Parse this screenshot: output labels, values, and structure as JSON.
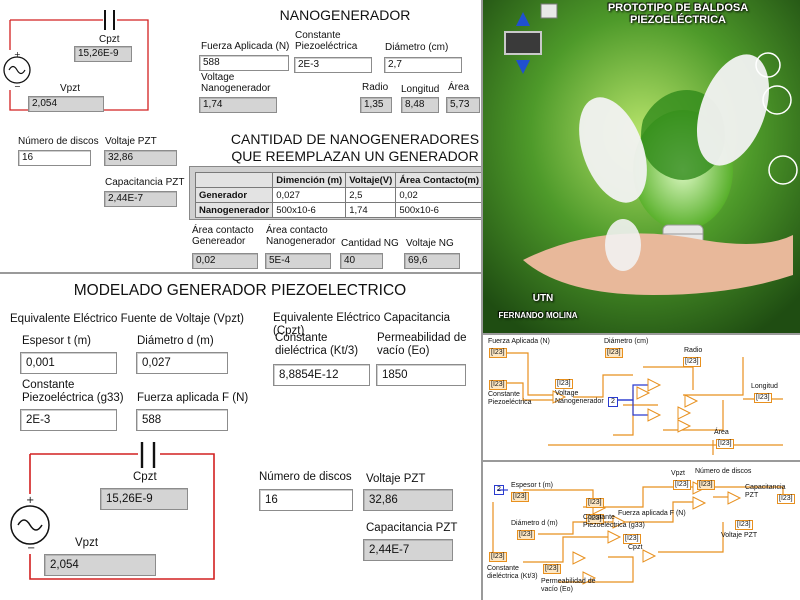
{
  "nanogenerator": {
    "title": "NANOGENERADOR",
    "circuit": {
      "cpzt_label": "Cpzt",
      "cpzt_value": "15,26E-9",
      "vpzt_label": "Vpzt",
      "vpzt_value": "2,054"
    },
    "fuerza_label": "Fuerza Aplicada (N)",
    "fuerza_value": "588",
    "constante_label": "Constante\nPiezoeléctrica",
    "constante_value": "2E-3",
    "diametro_label": "Diámetro (cm)",
    "diametro_value": "2,7",
    "voltage_label": "Voltage\nNanogenerador",
    "voltage_value": "1,74",
    "radio_label": "Radio",
    "radio_value": "1,35",
    "longitud_label": "Longitud",
    "longitud_value": "8,48",
    "area_label": "Área",
    "area_value": "5,73",
    "discos_label": "Número de discos",
    "discos_value": "16",
    "voltaje_pzt_label": "Voltaje PZT",
    "voltaje_pzt_value": "32,86",
    "cap_pzt_label": "Capacitancia PZT",
    "cap_pzt_value": "2,44E-7",
    "table_title": "CANTIDAD DE NANOGENERADORES\nQUE REEMPLAZAN UN GENERADOR",
    "table_headers": [
      "",
      "Dimención (m)",
      "Voltaje(V)",
      "Área Contacto(m)"
    ],
    "table_rows": [
      [
        "Generador",
        "0,027",
        "2,5",
        "0,02"
      ],
      [
        "Nanogenerador",
        "500x10-6",
        "1,74",
        "500x10-6"
      ]
    ],
    "area_gen_label": "Área contacto\nGenereador",
    "area_gen_value": "0,02",
    "area_nano_label": "Área contacto\nNanogenerador",
    "area_nano_value": "5E-4",
    "cantidad_label": "Cantidad NG",
    "cantidad_value": "40",
    "voltaje_ng_label": "Voltaje NG",
    "voltaje_ng_value": "69,6"
  },
  "modelado": {
    "title": "MODELADO GENERADOR PIEZOELECTRICO",
    "fuente_header": "Equivalente Eléctrico Fuente de Voltaje (Vpzt)",
    "cap_header": "Equivalente Eléctrico Capacitancia (Cpzt)",
    "espesor_label": "Espesor t (m)",
    "espesor_value": "0,001",
    "diametro_label": "Diámetro d (m)",
    "diametro_value": "0,027",
    "constante_label": "Constante\nPiezoeléctrica (g33)",
    "constante_value": "2E-3",
    "fuerza_label": "Fuerza aplicada F (N)",
    "fuerza_value": "588",
    "dielectrica_label": "Constante\ndieléctrica  (Kt/3)",
    "dielectrica_value": "8,8854E-12",
    "permeabilidad_label": "Permeabilidad de\nvacío (Eo)",
    "permeabilidad_value": "1850",
    "circuit": {
      "cpzt_label": "Cpzt",
      "cpzt_value": "15,26E-9",
      "vpzt_label": "Vpzt",
      "vpzt_value": "2,054"
    },
    "discos_label": "Número de discos",
    "discos_value": "16",
    "voltaje_pzt_label": "Voltaje PZT",
    "voltaje_pzt_value": "32,86",
    "cap_pzt_label": "Capacitancia PZT",
    "cap_pzt_value": "2,44E-7"
  },
  "photo": {
    "title": "PROTOTIPO\nDE BALDOSA PIEZOELÉCTRICA",
    "org": "UTN",
    "author": "FERNANDO MOLINA"
  },
  "block_diagram_top": {
    "labels": {
      "fuerza": "Fuerza Aplicada (N)",
      "constante": "Constante\nPiezoeléctrica",
      "diametro": "Diámetro (cm)",
      "voltage": "Voltage\nNanogenerador",
      "radio": "Radio",
      "longitud": "Longitud",
      "area": "Área",
      "const2": "2"
    },
    "node_tag": "[I23]"
  },
  "block_diagram_bottom": {
    "labels": {
      "espesor": "Espesor t (m)",
      "diametro": "Diámetro d (m)",
      "fuerza": "Fuerza aplicada F (N)",
      "constante": "Constante\nPiezoeléctrica (g33)",
      "vpzt": "Vpzt",
      "discos": "Número de discos",
      "cap_pzt": "Capacitancia PZT",
      "voltaje_pzt": "Voltaje PZT",
      "cpzt": "Cpzt",
      "dielectrica": "Constante\ndieléctrica  (Kt/3)",
      "permeabilidad": "Permeabilidad de\nvacío (Eo)",
      "const2": "2"
    },
    "node_tag": "[I23]"
  },
  "colors": {
    "wire_orange": "#e8901e",
    "wire_blue": "#2a3bd0",
    "circuit_red": "#d22020",
    "photo_green": "#4e9a2a"
  }
}
